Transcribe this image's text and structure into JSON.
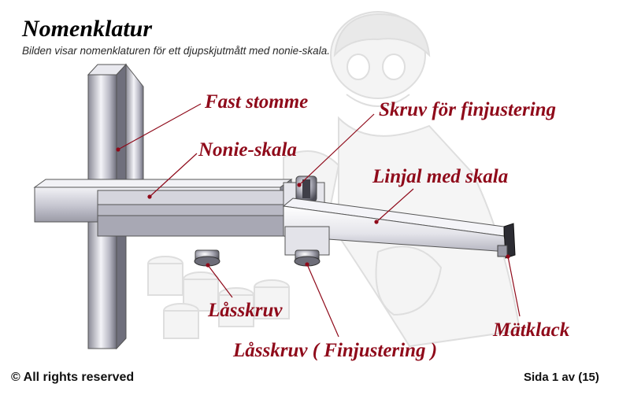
{
  "header": {
    "title": "Nomenklatur",
    "subtitle": "Bilden visar nomenklaturen för ett djupskjutmått med nonie-skala."
  },
  "labels": {
    "fast_stomme": "Fast stomme",
    "skruv_finjustering": "Skruv för finjustering",
    "nonie_skala": "Nonie-skala",
    "linjal_med_skala": "Linjal med skala",
    "lasskruv": "Låsskruv",
    "matklack": "Mätklack",
    "lasskruv_finjustering": "Låsskruv ( Finjustering )"
  },
  "footer": {
    "copyright": "© All rights reserved",
    "page_indicator": "Sida 1 av (15)"
  },
  "colors": {
    "label_red": "#8f0a1a",
    "leader_line": "#8f0a1a",
    "metal_dark": "#7d7d88",
    "metal_light": "#f2f2f6"
  }
}
